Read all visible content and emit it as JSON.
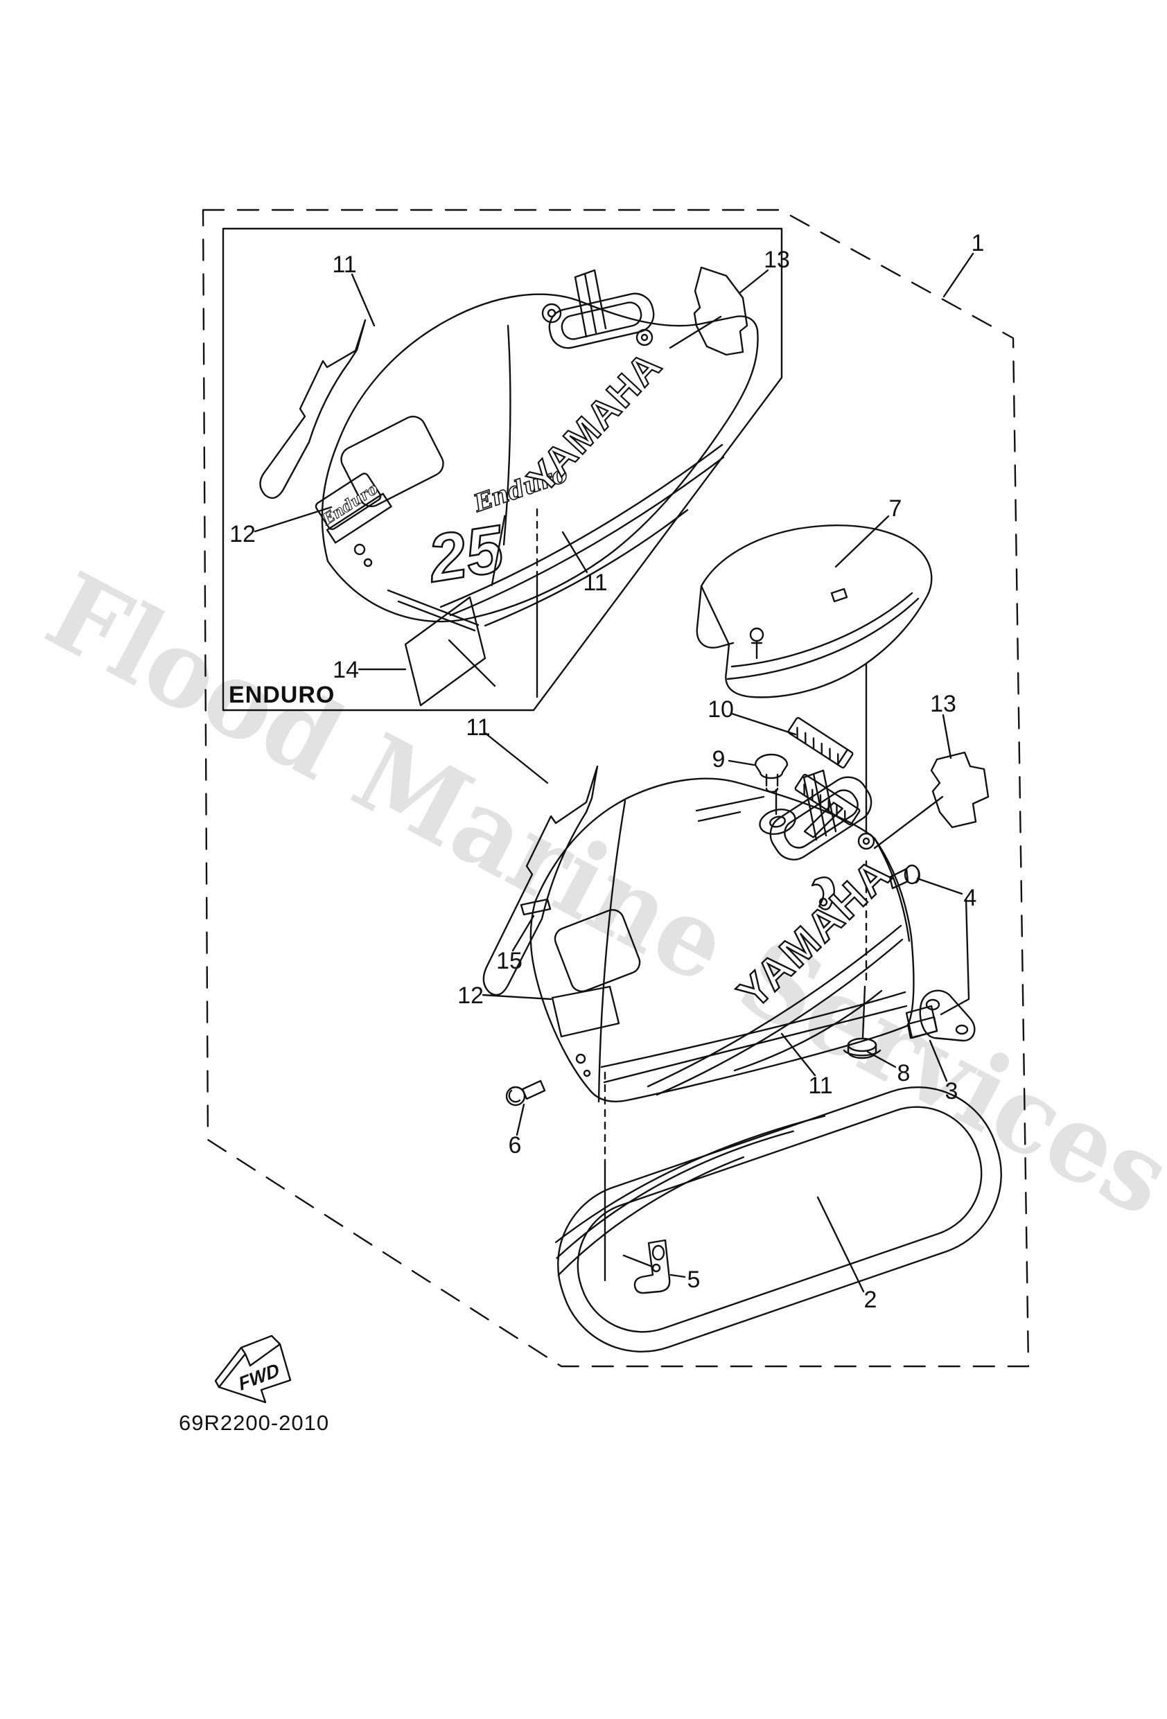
{
  "page": {
    "background": "#ffffff",
    "line_color": "#111111"
  },
  "watermark": {
    "text": "Flood Marine Services",
    "color": "#e2e2e3"
  },
  "diagram": {
    "code": "69R2200-2010",
    "inset_caption": "ENDURO",
    "fwd_label": "FWD"
  },
  "branding": {
    "yamaha": "YAMAHA",
    "enduro": "Enduro",
    "hp": "25"
  },
  "callouts": [
    {
      "label": "1"
    },
    {
      "label": "11"
    },
    {
      "label": "13"
    },
    {
      "label": "12"
    },
    {
      "label": "11"
    },
    {
      "label": "14"
    },
    {
      "label": "7"
    },
    {
      "label": "10"
    },
    {
      "label": "9"
    },
    {
      "label": "13"
    },
    {
      "label": "11"
    },
    {
      "label": "4"
    },
    {
      "label": "15"
    },
    {
      "label": "12"
    },
    {
      "label": "8"
    },
    {
      "label": "3"
    },
    {
      "label": "11"
    },
    {
      "label": "6"
    },
    {
      "label": "5"
    },
    {
      "label": "2"
    }
  ]
}
